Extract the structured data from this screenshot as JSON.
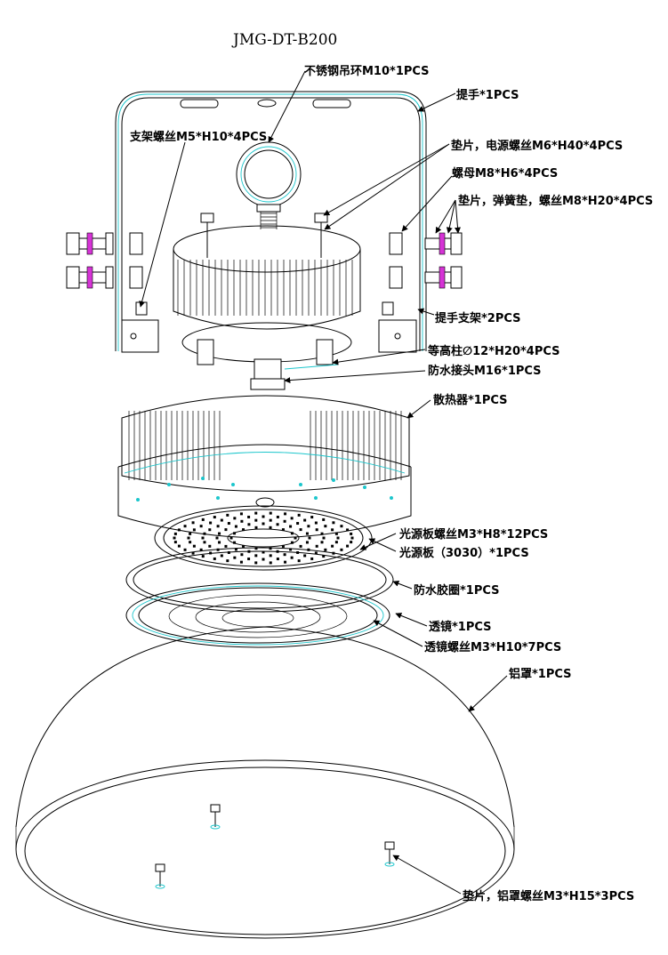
{
  "title": "JMG-DT-B200",
  "labels": {
    "eyebolt": "不锈钢吊环M10*1PCS",
    "handle": "提手*1PCS",
    "bracket_screw": "支架螺丝M5*H10*4PCS",
    "power_screw": "垫片，电源螺丝M6*H40*4PCS",
    "nut": "螺母M8*H6*4PCS",
    "spring_washer": "垫片，弹簧垫，螺丝M8*H20*4PCS",
    "handle_bracket": "提手支架*2PCS",
    "standoff": "等高柱∅12*H20*4PCS",
    "waterproof_connector": "防水接头M16*1PCS",
    "heatsink": "散热器*1PCS",
    "pcb_screw": "光源板螺丝M3*H8*12PCS",
    "pcb": "光源板（3030）*1PCS",
    "gasket": "防水胶圈*1PCS",
    "lens": "透镜*1PCS",
    "lens_screw": "透镜螺丝M3*H10*7PCS",
    "reflector": "铝罩*1PCS",
    "reflector_screw": "垫片，铝罩螺丝M3*H15*3PCS"
  },
  "colors": {
    "line": "#000000",
    "cyan_accent": "#1cc6cc",
    "magenta_washer": "#d633d6"
  }
}
